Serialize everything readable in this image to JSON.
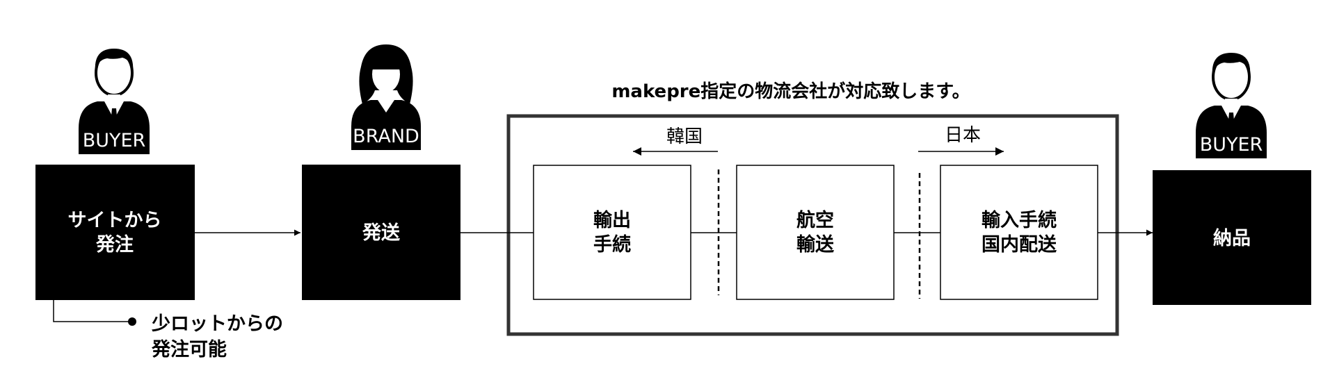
{
  "header": {
    "title": "makepre指定の物流会社が対応致します。"
  },
  "actors": {
    "buyer_left": "BUYER",
    "brand": "BRAND",
    "buyer_right": "BUYER"
  },
  "steps": {
    "order": [
      "サイトから",
      "発注"
    ],
    "ship": [
      "発送"
    ],
    "export": [
      "輸出",
      "手続"
    ],
    "air": [
      "航空",
      "輸送"
    ],
    "import": [
      "輸入手続",
      "国内配送"
    ],
    "delivery": [
      "納品"
    ]
  },
  "regions": {
    "korea": "韓国",
    "japan": "日本"
  },
  "note": {
    "lines": [
      "少ロットからの",
      "発注可能"
    ]
  },
  "colors": {
    "fill_dark": "#000000",
    "fill_light": "#ffffff",
    "text_on_dark": "#ffffff",
    "frame": "#333333"
  }
}
